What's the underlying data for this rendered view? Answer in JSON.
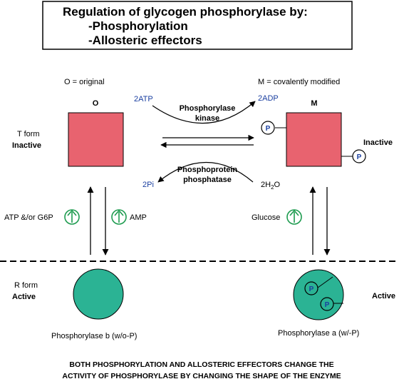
{
  "title": {
    "line1": "Regulation of glycogen phosphorylase by:",
    "line2": "-Phosphorylation",
    "line3": "-Allosteric effectors"
  },
  "legend": {
    "original": "O = original",
    "modified": "M = covalently modified"
  },
  "left": {
    "header": "O",
    "t_form": "T form",
    "t_state": "Inactive",
    "r_form": "R form",
    "r_state": "Active",
    "inhibitors": "ATP &/or G6P",
    "activator": "AMP",
    "name": "Phosphorylase b (w/o-P)"
  },
  "right": {
    "header": "M",
    "t_state": "Inactive",
    "r_state": "Active",
    "activator": "Glucose",
    "name": "Phosphorylase a (w/-P)",
    "phosphate": "P"
  },
  "center": {
    "kinase_line1": "Phosphorylase",
    "kinase_line2": "kinase",
    "phosphatase_line1": "Phosphoprotein",
    "phosphatase_line2": "phosphatase",
    "atp": "2ATP",
    "adp": "2ADP",
    "pi": "2Pi",
    "water_prefix": "2H",
    "water_sub": "2",
    "water_suffix": "O"
  },
  "footer": {
    "line1": "BOTH PHOSPHORYLATION AND ALLOSTERIC EFFECTORS CHANGE THE",
    "line2": "ACTIVITY OF PHOSPHORYLASE BY CHANGING THE SHAPE OF THE ENZYME"
  },
  "colors": {
    "t_form_fill": "#e8636f",
    "r_form_fill": "#2bb394",
    "effector_green": "#1d9b4f",
    "cofactor_blue": "#1a3fa0"
  },
  "icons": {
    "effector": "up-arrow-in-circle-icon",
    "phosphate": "phosphate-group-icon"
  }
}
